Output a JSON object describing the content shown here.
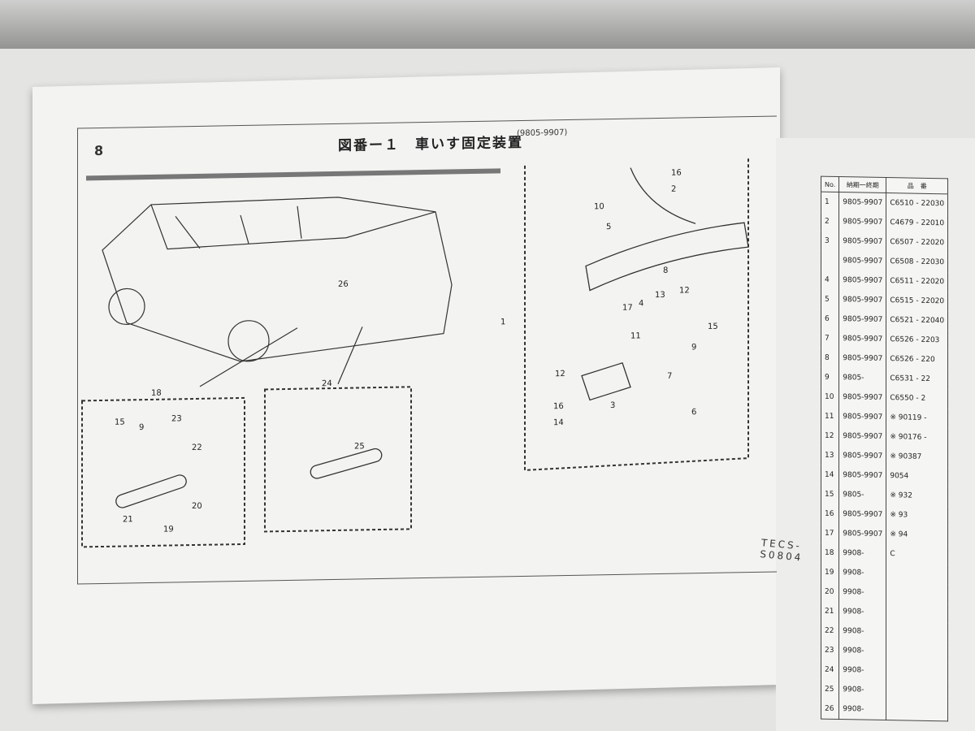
{
  "page": {
    "number": "8",
    "title": "図番ー１　車いす固定装置",
    "range": "(9805-9907)",
    "code": "TECS-S0804"
  },
  "callouts": [
    "1",
    "2",
    "3",
    "4",
    "5",
    "6",
    "7",
    "8",
    "9",
    "10",
    "11",
    "12",
    "13",
    "14",
    "15",
    "16",
    "17",
    "18",
    "19",
    "20",
    "21",
    "22",
    "23",
    "24",
    "25",
    "26"
  ],
  "table": {
    "headers": [
      "No.",
      "納期一終期",
      "品　番"
    ],
    "rows": [
      [
        "1",
        "9805-9907",
        "C6510 - 22030"
      ],
      [
        "2",
        "9805-9907",
        "C4679 - 22010"
      ],
      [
        "3",
        "9805-9907",
        "C6507 - 22020"
      ],
      [
        "",
        "9805-9907",
        "C6508 - 22030"
      ],
      [
        "4",
        "9805-9907",
        "C6511 - 22020"
      ],
      [
        "5",
        "9805-9907",
        "C6515 - 22020"
      ],
      [
        "6",
        "9805-9907",
        "C6521 - 22040"
      ],
      [
        "7",
        "9805-9907",
        "C6526 - 2203"
      ],
      [
        "8",
        "9805-9907",
        "C6526 - 220"
      ],
      [
        "9",
        "9805-",
        "C6531 - 22"
      ],
      [
        "10",
        "9805-9907",
        "C6550 - 2"
      ],
      [
        "11",
        "9805-9907",
        "※ 90119 -"
      ],
      [
        "12",
        "9805-9907",
        "※ 90176 -"
      ],
      [
        "13",
        "9805-9907",
        "※ 90387"
      ],
      [
        "14",
        "9805-9907",
        "9054"
      ],
      [
        "15",
        "9805-",
        "※ 932"
      ],
      [
        "16",
        "9805-9907",
        "※ 93"
      ],
      [
        "17",
        "9805-9907",
        "※ 94"
      ],
      [
        "18",
        "9908-",
        "C"
      ],
      [
        "19",
        "9908-",
        ""
      ],
      [
        "20",
        "9908-",
        ""
      ],
      [
        "21",
        "9908-",
        ""
      ],
      [
        "22",
        "9908-",
        ""
      ],
      [
        "23",
        "9908-",
        ""
      ],
      [
        "24",
        "9908-",
        ""
      ],
      [
        "25",
        "9908-",
        ""
      ],
      [
        "26",
        "9908-",
        ""
      ]
    ]
  }
}
